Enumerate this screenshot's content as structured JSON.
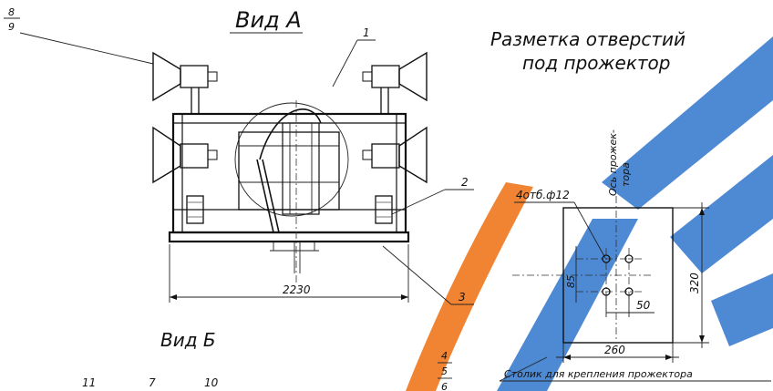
{
  "labels": {
    "view_a": "Вид А",
    "view_b": "Вид Б",
    "holes_title_line1": "Разметка отверстий",
    "holes_title_line2": "под прожектор",
    "axis_line1": "Ось прожек-",
    "axis_line2": "тора",
    "holes_callout": "4отб.ф12",
    "table_caption": "Столик для крепления прожектора"
  },
  "callouts": {
    "c1": "1",
    "c2": "2",
    "c3": "3",
    "frac_top_num": "8",
    "frac_top_den": "9",
    "frac_bottom_num": "4",
    "frac_bottom_den": "5",
    "frac_bottom_den2": "6",
    "vb_11": "11",
    "vb_7": "7",
    "vb_10": "10"
  },
  "dimensions": {
    "overall_width": "2230",
    "plate_width": "260",
    "plate_height": "320",
    "hole_spacing_h": "50",
    "hole_spacing_v": "85"
  },
  "colors": {
    "ink": "#111111",
    "watermark_blue": "#3f7fd0",
    "watermark_orange": "#f07a22"
  }
}
